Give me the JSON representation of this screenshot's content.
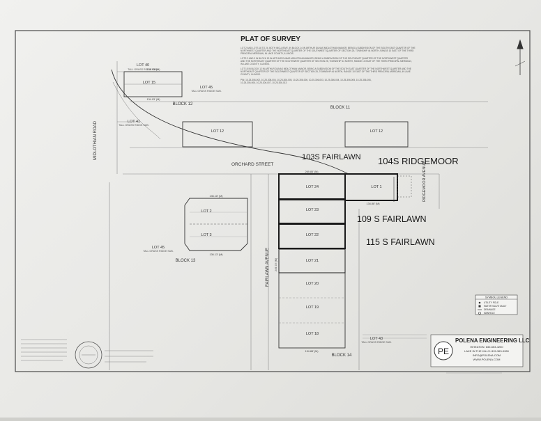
{
  "title": "PLAT OF SURVEY",
  "legal_description_lines": [
    "LOT 2 AND LOTS 18 TO 24, BOTH INCLUSIVE, IN BLOCK 14 IN ARTHUR DUNAS MIDLOTHIAN MANOR, BEING A SUBDIVISION OF THE SOUTH EAST QUARTER OF THE",
    "NORTHWEST QUARTER AND THE NORTHEAST QUARTER OF THE SOUTHWEST QUARTER OF SECTION 25, TOWNSHIP 44 NORTH, RANGE 10 EAST OF THE THIRD",
    "PRINCIPAL MERIDIAN, IN LAKE COUNTY, ILLINOIS.",
    "LOTS 2 AND 3 IN BLOCK 13 IN ARTHUR DUNAS MIDLOTHIAN MANOR, BEING A SUBDIVISION OF THE SOUTHEAST QUARTER OF THE NORTHWEST QUARTER",
    "AND THE NORTHEAST QUARTER OF THE SOUTHWEST QUARTER OF SECTION 25, TOWNSHIP 44 NORTH, RANGE 10 EAST OF THE THIRD PRINCIPAL MERIDIAN,",
    "IN LAKE COUNTY, ILLINOIS.",
    "LOT 15 IN BLOCK 12 IN ARTHUR DUNAS MIDLOTHIAN MANOR, BEING A SUBDIVISION OF THE SOUTH EAST QUARTER OF THE NORTHWEST QUARTER AND THE",
    "NORTHEAST QUARTER OF THE SOUTHWEST QUARTER OF SECTION 25, TOWNSHIP 44 NORTH, RANGE 10 EAST OF THE THIRD PRINCIPAL MERIDIAN, IN LAKE",
    "COUNTY, ILLINOIS.",
    "PIN: 10-25-306-002, 10-25-308-004, 10-25-306-005, 10-25-306-006, 10-25-306-003, 10-25-306-004, 10-25-306-005, 10-25-306-006,",
    "10-25-306-006, 10-25-306-007, 10-25-306-013"
  ],
  "streets": {
    "midlothian": "MIDLOTHIAN ROAD",
    "orchard": "ORCHARD STREET",
    "fairlawn": "FAIRLAWN AVENUE",
    "ridgemoor": "RIDGEMOOR AVENUE"
  },
  "blocks": [
    "BLOCK 11",
    "BLOCK 12",
    "BLOCK 13",
    "BLOCK 14"
  ],
  "lots": {
    "lot15": "LOT 15",
    "lot40": "LOT 40",
    "lot41": "LOT 41",
    "lot45_top": "LOT 45",
    "lot12_a": "LOT 12",
    "lot12_b": "LOT 12",
    "lot2": "LOT 2",
    "lot3": "LOT 3",
    "lot45_left": "LOT 45",
    "lot24": "LOT 24",
    "lot23": "LOT 23",
    "lot22": "LOT 22",
    "lot21": "LOT 21",
    "lot20": "LOT 20",
    "lot19": "LOT 19",
    "lot18": "LOT 18",
    "lot1": "LOT 1",
    "lot43": "LOT 43"
  },
  "subdivision_note": "TALL GRASS RIDGE SUB.",
  "dimensions": {
    "lot15_top": "134.93' (M)",
    "lot15_bottom": "134.93' (M)",
    "block13_top": "136.18' (M)",
    "block13_bottom": "136.13' (M)",
    "fairlawn_top": "269.85' (M)",
    "lot1_bottom": "134.88' (M)",
    "fairlawn_bottom": "134.88' (M)",
    "fairlawn_depth": "249.70' (M)"
  },
  "handwritten": {
    "fairlawn_103": "103S FAIRLAWN",
    "ridgemoor_104": "104S RIDGEMOOR",
    "fairlawn_109": "109 S FAIRLAWN",
    "fairlawn_115": "115 S FAIRLAWN"
  },
  "symbol_legend": {
    "title": "SYMBOL LEGEND",
    "items": [
      "UTILITY POLE",
      "WATER VALVE VAULT",
      "DRAINAGE",
      "MANHOLE"
    ]
  },
  "company": {
    "logo": "PE",
    "name": "POLENA ENGINEERING LLC",
    "lines": [
      "WHEATON: 630-653-4250",
      "LAKE IN THE HILLS: 815-363-9280",
      "INFO@POLENA.COM",
      "WWW.POLENA.COM"
    ]
  },
  "colors": {
    "ink": "#3a3a3a",
    "pen": "#1a1a1a",
    "paper": "#efefec"
  }
}
